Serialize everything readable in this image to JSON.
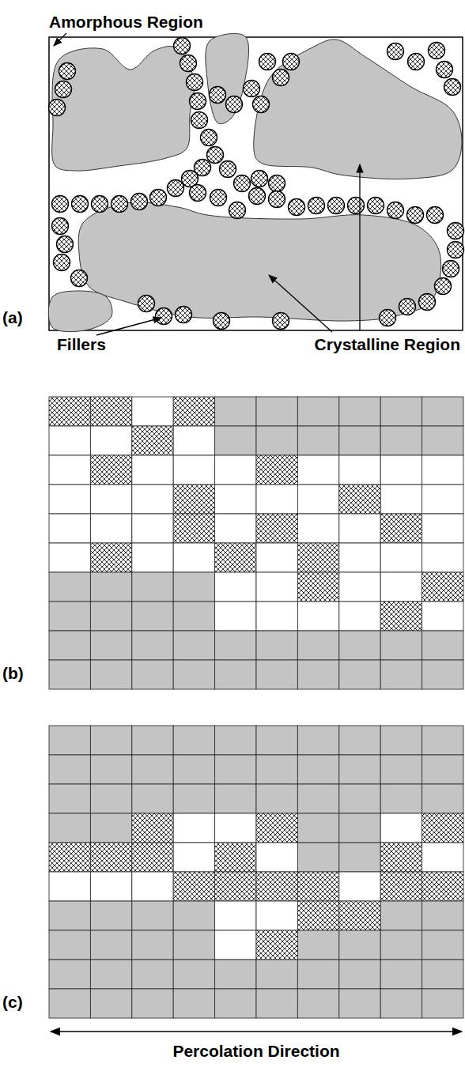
{
  "diagram": {
    "labels": [
      "Amorphous Region",
      "Fillers",
      "Crystalline Region",
      "(a)",
      "(b)",
      "(c)",
      "Percolation Direction"
    ]
  }
}
